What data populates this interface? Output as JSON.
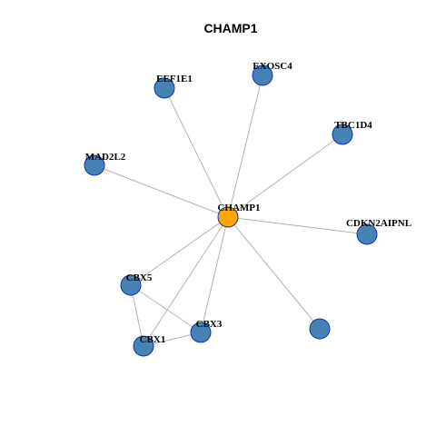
{
  "title": "CHAMP1",
  "colors": {
    "hub_fill": "#FFA500",
    "node_fill": "#4682B4",
    "node_stroke": "#1533AD",
    "edge": "#B3B3B3"
  },
  "nodes": [
    {
      "id": "CHAMP1",
      "label": "CHAMP1",
      "role": "hub"
    },
    {
      "id": "EXOSC4",
      "label": "EXOSC4",
      "role": "neighbor"
    },
    {
      "id": "EEF1E1",
      "label": "EEF1E1",
      "role": "neighbor"
    },
    {
      "id": "TBC1D4",
      "label": "TBC1D4",
      "role": "neighbor"
    },
    {
      "id": "MAD2L2",
      "label": "MAD2L2",
      "role": "neighbor"
    },
    {
      "id": "CDKN2AIPNL",
      "label": "CDKN2AIPNL",
      "role": "neighbor"
    },
    {
      "id": "CBX5",
      "label": "CBX5",
      "role": "neighbor"
    },
    {
      "id": "CBX3",
      "label": "CBX3",
      "role": "neighbor"
    },
    {
      "id": "CBX1",
      "label": "CBX1",
      "role": "neighbor"
    },
    {
      "id": "unlabeled",
      "label": "",
      "role": "neighbor"
    }
  ],
  "edges": [
    [
      "CHAMP1",
      "EXOSC4"
    ],
    [
      "CHAMP1",
      "EEF1E1"
    ],
    [
      "CHAMP1",
      "TBC1D4"
    ],
    [
      "CHAMP1",
      "MAD2L2"
    ],
    [
      "CHAMP1",
      "CDKN2AIPNL"
    ],
    [
      "CHAMP1",
      "CBX5"
    ],
    [
      "CHAMP1",
      "CBX3"
    ],
    [
      "CHAMP1",
      "CBX1"
    ],
    [
      "CHAMP1",
      "unlabeled"
    ],
    [
      "CBX5",
      "CBX3"
    ],
    [
      "CBX5",
      "CBX1"
    ],
    [
      "CBX1",
      "CBX3"
    ]
  ]
}
